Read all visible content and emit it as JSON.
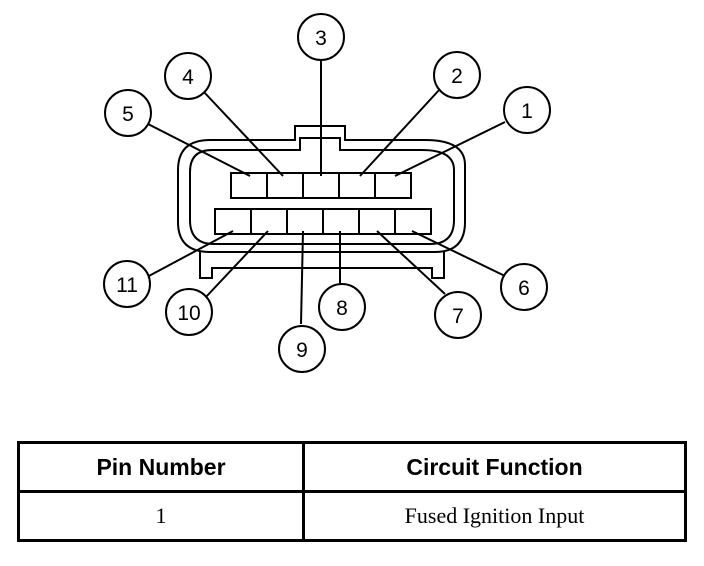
{
  "diagram": {
    "pins": [
      {
        "number": "1"
      },
      {
        "number": "2"
      },
      {
        "number": "3"
      },
      {
        "number": "4"
      },
      {
        "number": "5"
      },
      {
        "number": "6"
      },
      {
        "number": "7"
      },
      {
        "number": "8"
      },
      {
        "number": "9"
      },
      {
        "number": "10"
      },
      {
        "number": "11"
      }
    ]
  },
  "table": {
    "headers": {
      "pin_number": "Pin Number",
      "circuit_function": "Circuit Function"
    },
    "rows": [
      {
        "pin": "1",
        "function": "Fused Ignition Input"
      }
    ]
  }
}
